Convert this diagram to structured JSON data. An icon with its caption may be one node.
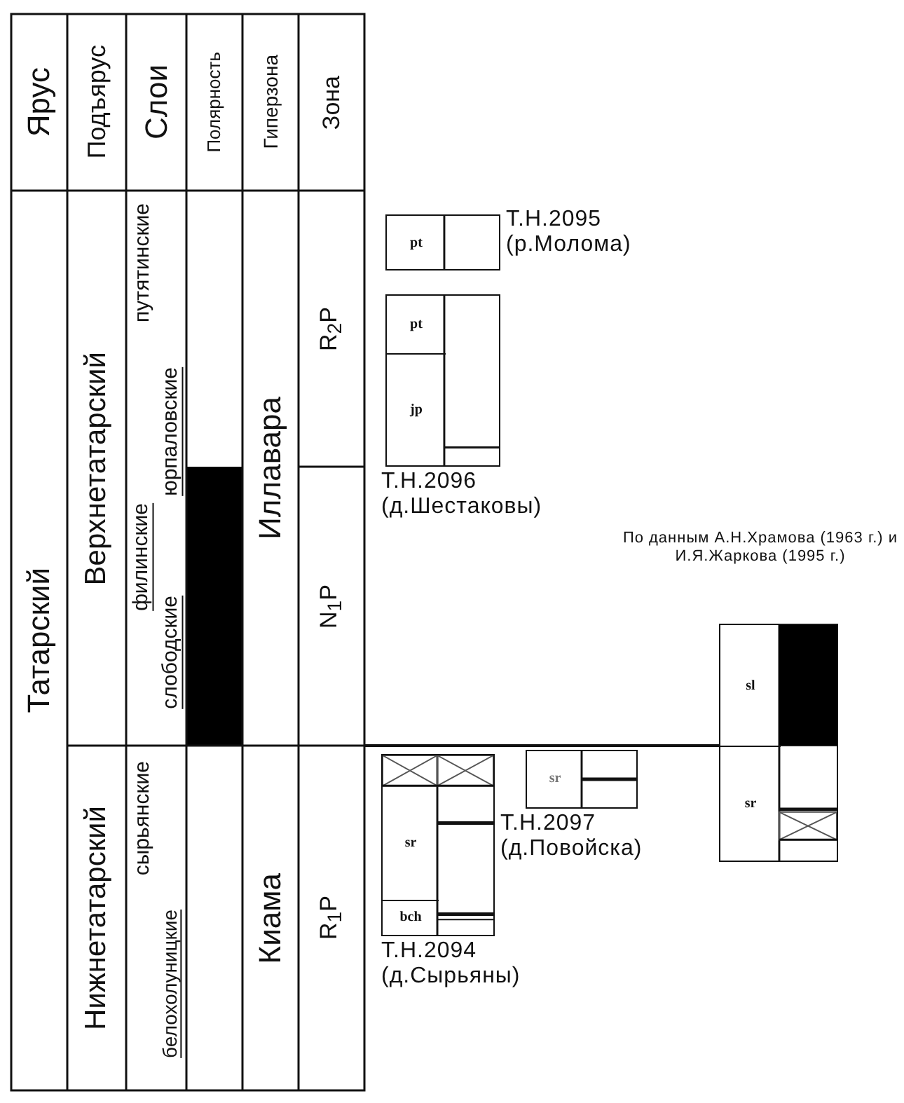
{
  "diagram": {
    "nodes": [
      {
        "text": [
          "Т.Н.2095 (р.Молома)"
        ]
      },
      {
        "text": [
          "pt"
        ],
        "in": 0
      },
      {
        "text": [
          "Т.Н.2096 (д.Шестаковы)"
        ]
      },
      {
        "text": [
          "pt"
        ],
        "in": 2
      },
      {
        "text": [
          "jp"
        ],
        "in": 2
      },
      {
        "text": [
          "По данным А.Н.Храмова (1963 г.) и И.Я.Жаркова (1995 г.)"
        ]
      },
      {
        "text": [
          "sl"
        ],
        "in": 5
      },
      {
        "text": [
          "sr"
        ],
        "in": 5
      },
      {
        "text": [
          "Т.Н.2094 (д.Сырьяны)"
        ]
      },
      {
        "text": [
          "sr"
        ],
        "in": 8
      },
      {
        "text": [
          "bch"
        ],
        "in": 8
      },
      {
        "text": [
          "Т.Н.2097 (д.Повойска)"
        ]
      },
      {
        "text": [
          "sr"
        ],
        "in": 11
      }
    ],
    "labels": [
      "Ярус",
      "Подъярус",
      "Слои",
      "Полярность",
      "Гиперзона",
      "Зона",
      "Татарский",
      "Верхнетатарский",
      "путятинские",
      "юрпаловские",
      "филинские",
      "слободские",
      "Иллавара",
      "R$_{2}$P",
      "N$_{1}$P",
      "Нижнетатарский",
      "сырьянские",
      "белохолуницкие",
      "Киама",
      "R$_{1}$P"
    ]
  }
}
